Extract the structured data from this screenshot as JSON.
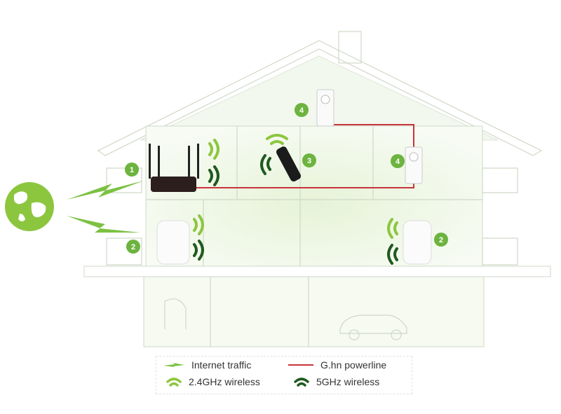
{
  "diagram": {
    "markers": {
      "router": "1",
      "extender_left": "2",
      "extender_right": "2",
      "usb_adapter": "3",
      "powerline_attic": "4",
      "powerline_upper": "4"
    },
    "icons": [
      "globe-icon",
      "router-icon",
      "wifi-extender-icon",
      "usb-adapter-icon",
      "powerline-adapter-icon",
      "lightning-icon"
    ]
  },
  "legend": {
    "internet": "Internet traffic",
    "powerline": "G.hn powerline",
    "wifi24": "2.4GHz wireless",
    "wifi5": "5GHz wireless"
  },
  "colors": {
    "badge": "#6db33f",
    "wifi24": "#8cc63f",
    "wifi5": "#1f5a1f",
    "powerline": "#c8333a",
    "traffic": "#7cc142",
    "house_fill": "#eef6e6"
  }
}
